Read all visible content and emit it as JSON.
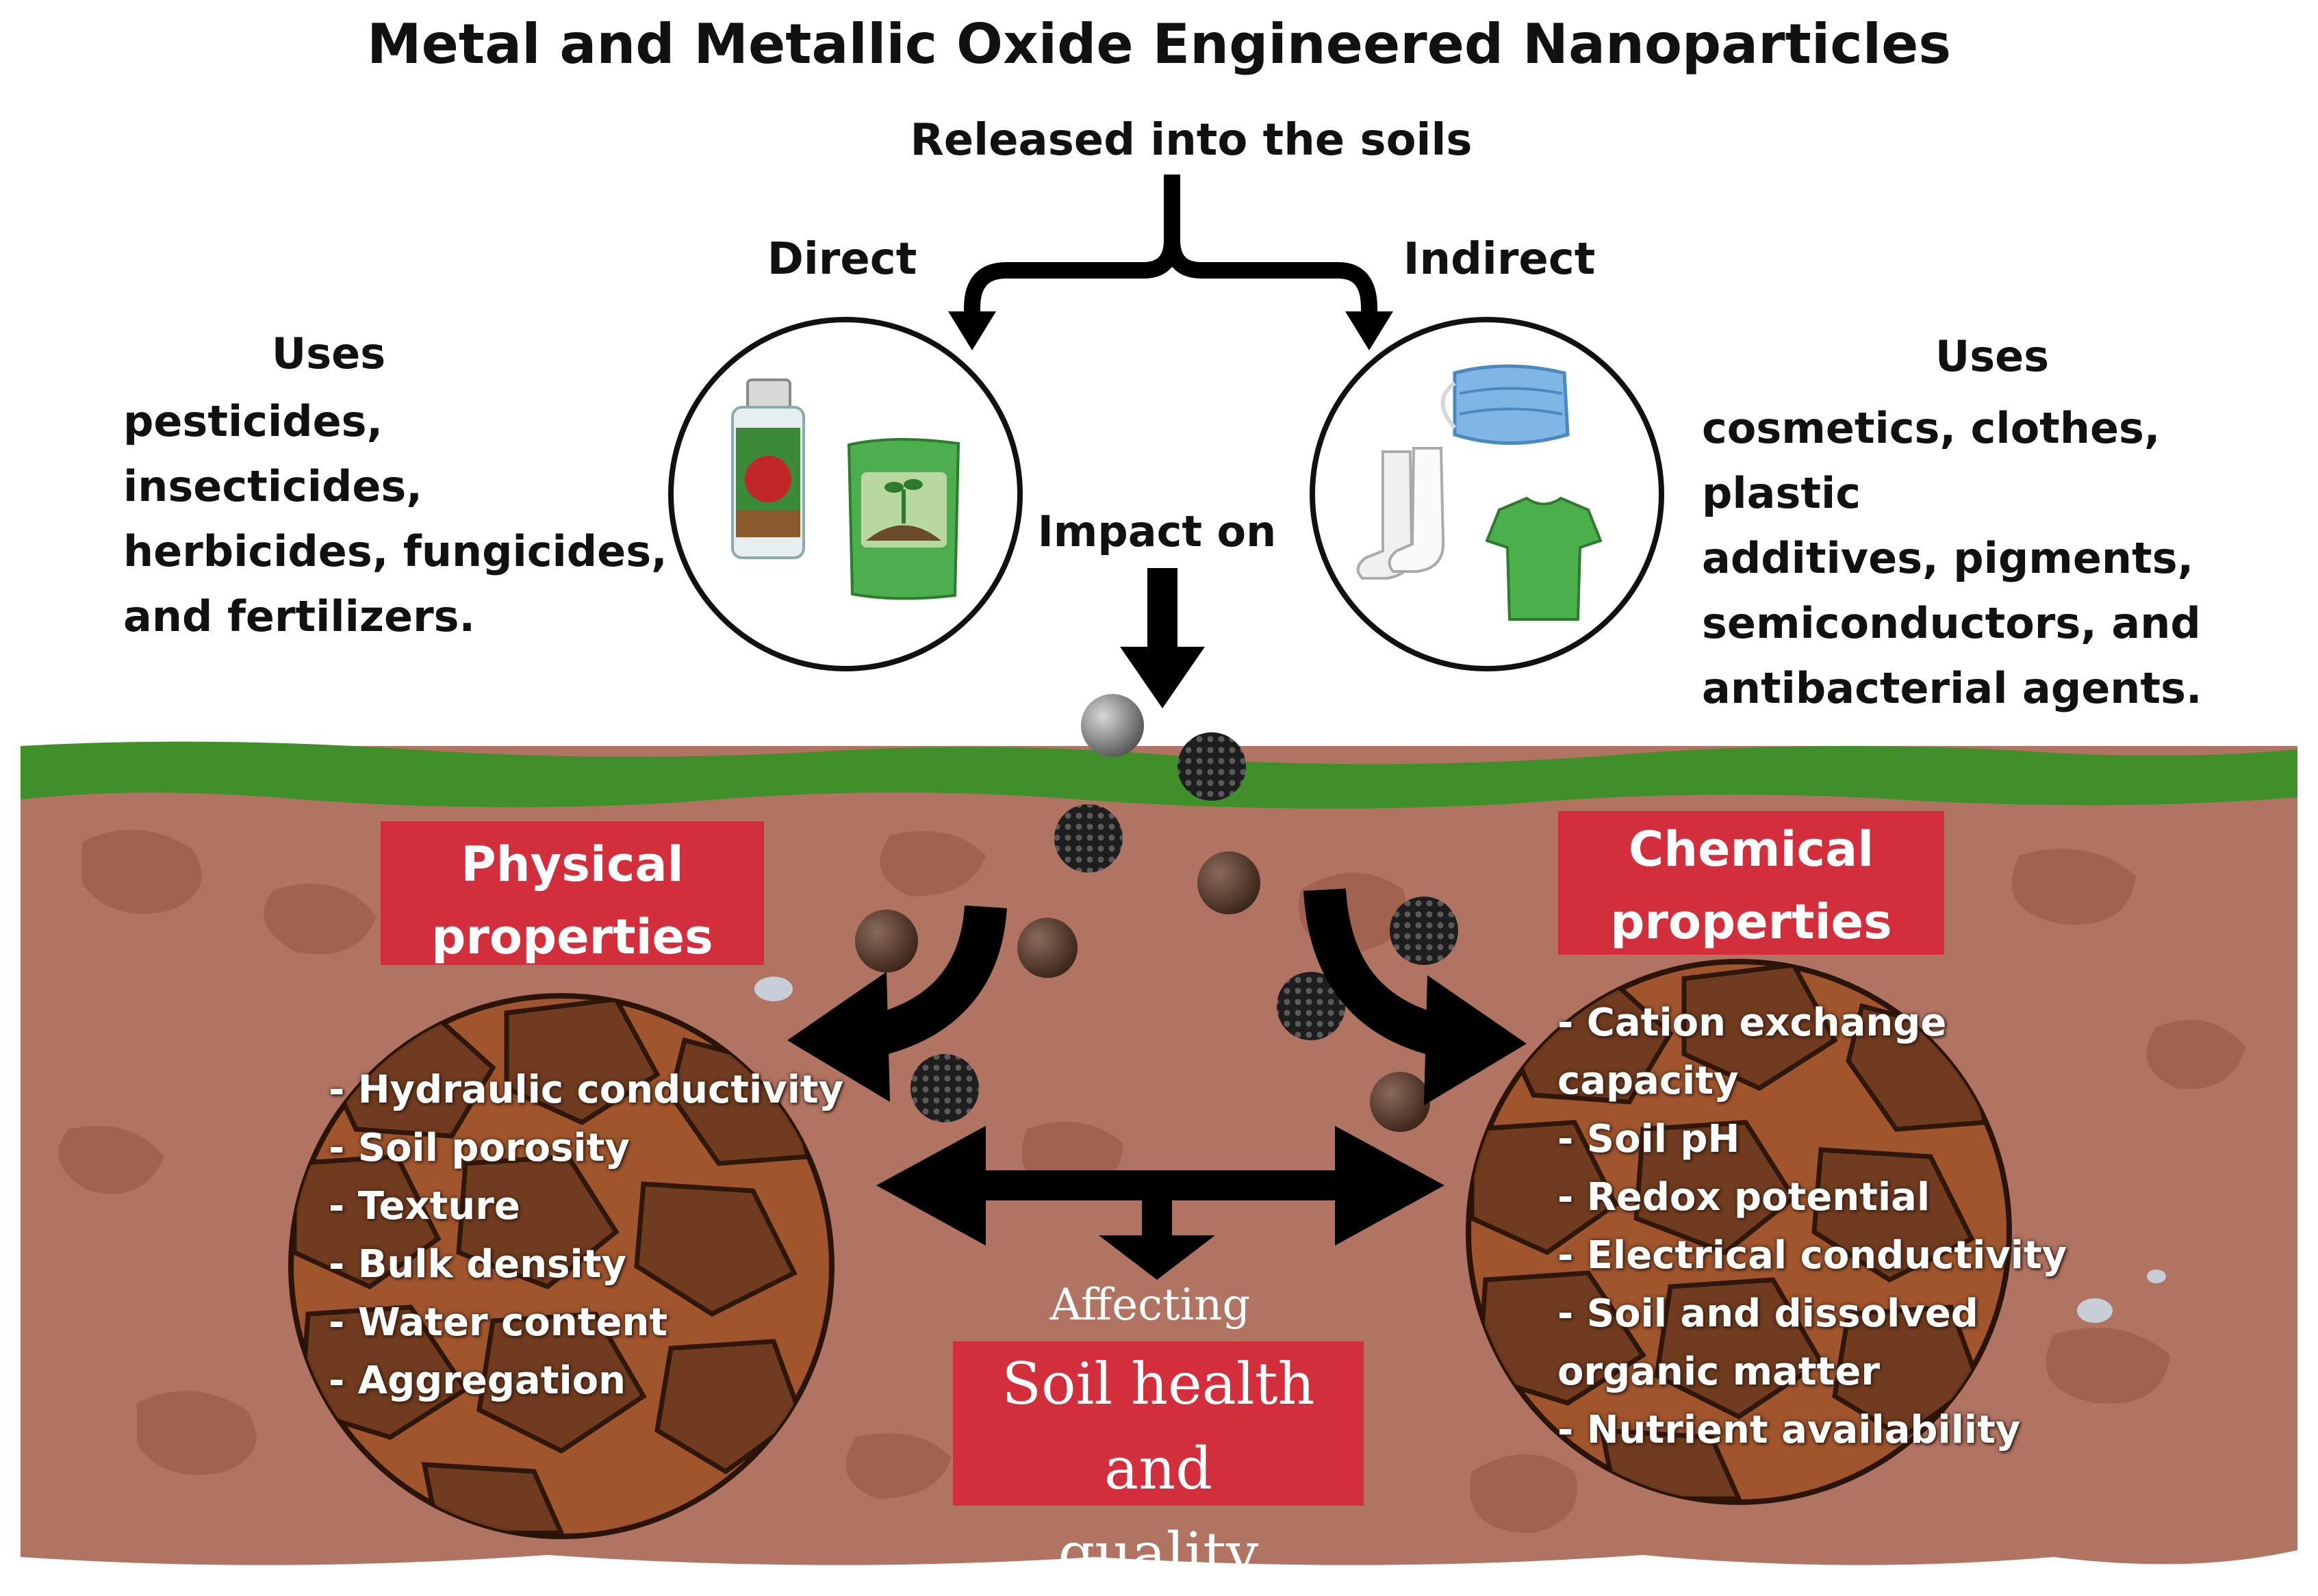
{
  "title": "Metal and Metallic Oxide Engineered Nanoparticles",
  "released_label": "Released into the soils",
  "direct": {
    "label": "Direct",
    "uses_heading": "Uses",
    "uses_text": "pesticides, insecticides,\nherbicides, fungicides,\n and fertilizers."
  },
  "indirect": {
    "label": "Indirect",
    "uses_heading": "Uses",
    "uses_text": "cosmetics, clothes, plastic\nadditives, pigments,\nsemiconductors, and\nantibacterial agents."
  },
  "impact_label": "Impact on",
  "physical": {
    "title": "Physical\nproperties",
    "items": [
      "- Hydraulic conductivity",
      "- Soil porosity",
      "- Texture",
      "- Bulk density",
      "- Water content",
      "- Aggregation"
    ]
  },
  "chemical": {
    "title": "Chemical\nproperties",
    "items": [
      "- Cation exchange",
      "capacity",
      "- Soil pH",
      "- Redox potential",
      "- Electrical conductivity",
      "- Soil and dissolved",
      "organic matter",
      "- Nutrient availability"
    ]
  },
  "affecting_label": "Affecting",
  "outcome": "Soil health and\nquality",
  "colors": {
    "soil": "#b27462",
    "grass": "#3f8f2b",
    "label_red": "#d22e3c",
    "arrow": "#000000"
  }
}
